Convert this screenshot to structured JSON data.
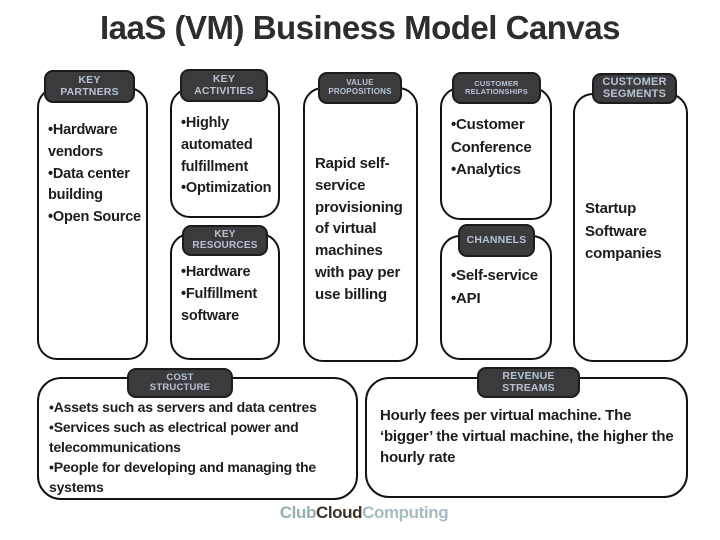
{
  "title": "IaaS (VM) Business Model Canvas",
  "blocks": {
    "key_partners": {
      "label": "KEY\nPARTNERS",
      "content": "•Hardware vendors\n•Data center building\n•Open Source"
    },
    "key_activities": {
      "label": "KEY\nACTIVITIES",
      "content": "•Highly automated fulfillment\n•Optimization"
    },
    "key_resources": {
      "label": "KEY\nRESOURCES",
      "content": "•Hardware\n•Fulfillment software"
    },
    "value_propositions": {
      "label": "VALUE\nPROPOSITIONS",
      "content": "Rapid self-service provisioning of virtual machines with pay per use billing"
    },
    "customer_relationships": {
      "label": "CUSTOMER\nRELATIONSHIPS",
      "content": "•Customer Conference\n•Analytics"
    },
    "channels": {
      "label": "CHANNELS",
      "content": "•Self-service\n•API"
    },
    "customer_segments": {
      "label": "CUSTOMER\nSEGMENTS",
      "content": "Startup Software companies"
    },
    "cost_structure": {
      "label": "COST\nSTRUCTURE",
      "content": "•Assets such as servers and data centres\n•Services such as electrical power and telecommunications\n•People for developing and managing the systems"
    },
    "revenue_streams": {
      "label": "REVENUE\nSTREAMS",
      "content": "Hourly fees per virtual machine. The ‘bigger’ the virtual machine, the higher the hourly rate"
    }
  },
  "footer": {
    "logo_club": "Club",
    "logo_cloud": "Cloud",
    "logo_computing": "Computing"
  },
  "colors": {
    "tab_bg": "#3b3b3d",
    "tab_text": "#b7c3d3",
    "box_border": "#121212",
    "text": "#1d1d1d",
    "title": "#2d2d2d",
    "logo_club": "#97adb4",
    "logo_cloud": "#3f3226",
    "logo_computing": "#a5bcc2"
  }
}
